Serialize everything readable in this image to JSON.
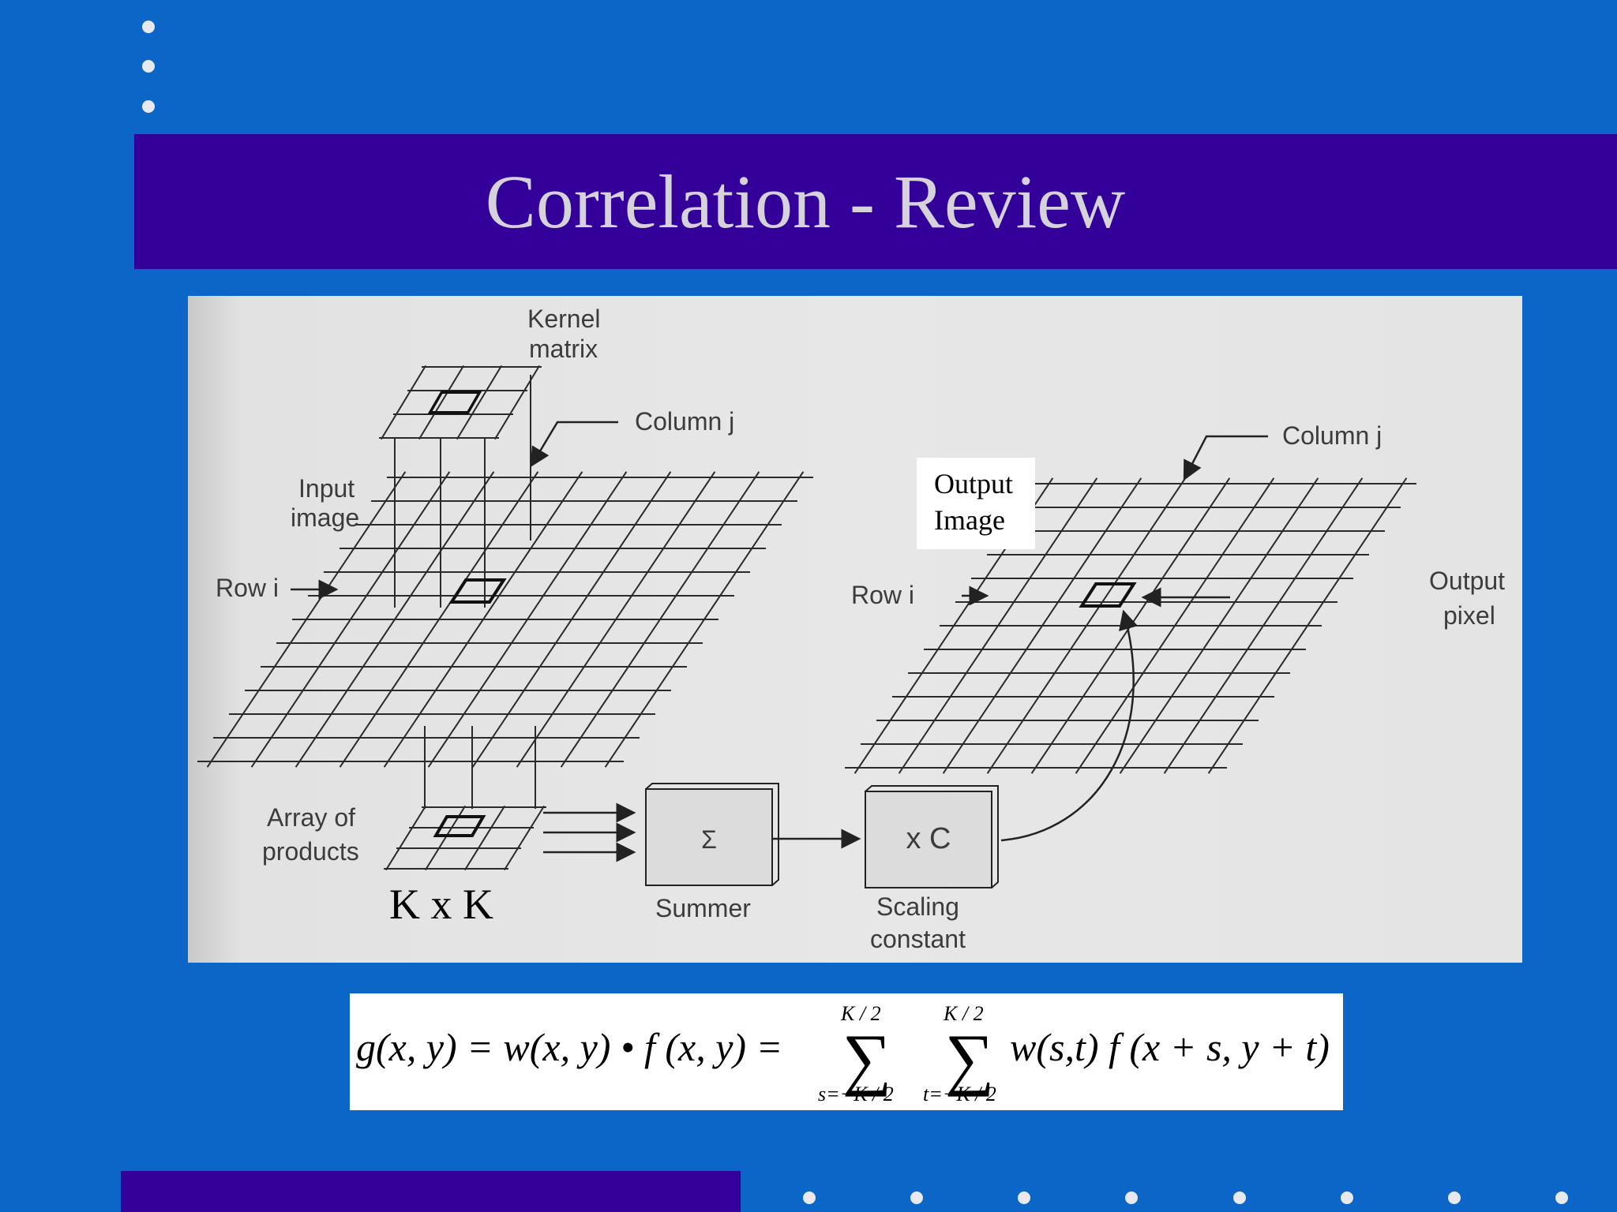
{
  "slide": {
    "title": "Correlation - Review"
  },
  "figure": {
    "kernel_label_line1": "Kernel",
    "kernel_label_line2": "matrix",
    "column_left": "Column j",
    "column_right": "Column j",
    "input_line1": "Input",
    "input_line2": "image",
    "row_left": "Row i",
    "row_right": "Row i",
    "output_image_line1": "Output",
    "output_image_line2": "Image",
    "output_pixel_line1": "Output",
    "output_pixel_line2": "pixel",
    "array_line1": "Array of",
    "array_line2": "products",
    "kxk": "K x K",
    "summer_symbol": "Σ",
    "summer_label": "Summer",
    "scaling_symbol": "x C",
    "scaling_line1": "Scaling",
    "scaling_line2": "constant"
  },
  "formula": {
    "lhs": "g(x, y) = w(x, y) • f (x, y) =",
    "sum1_upper": "K / 2",
    "sum1_lower": "s=−K / 2",
    "sum2_upper": "K / 2",
    "sum2_lower": "t=−K / 2",
    "sigma": "∑",
    "rhs": "w(s,t) f (x + s, y + t)"
  },
  "colors": {
    "background": "#0b66c8",
    "title_band": "#330099",
    "title_text": "#d6d2dc"
  }
}
